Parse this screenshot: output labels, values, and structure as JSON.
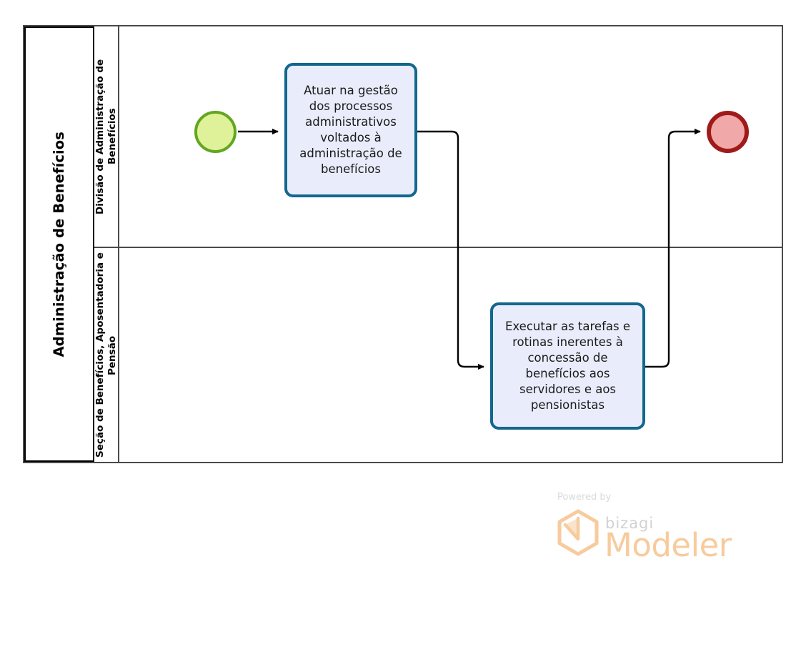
{
  "diagram": {
    "type": "bpmn-process-diagram",
    "pool": {
      "title": "Administração de Benefícios",
      "lanes": [
        {
          "id": "lane-0",
          "label": "Divisão de Administração de Benefícios"
        },
        {
          "id": "lane-1",
          "label": "Seção de Benefícios, Aposentadoria e Pensão"
        }
      ]
    },
    "events": [
      {
        "id": "start-event",
        "kind": "start-event",
        "lane": "lane-0",
        "label": "",
        "fill": "#dff29a",
        "stroke": "#63a620"
      },
      {
        "id": "end-event",
        "kind": "end-event",
        "lane": "lane-0",
        "label": "",
        "fill": "#f0a8a8",
        "stroke": "#a01a1a"
      }
    ],
    "tasks": [
      {
        "id": "task-1",
        "lane": "lane-0",
        "label": "Atuar na gestão dos processos administrativos voltados à administração de benefícios",
        "fill": "#e9edfb",
        "stroke": "#12678f"
      },
      {
        "id": "task-2",
        "lane": "lane-1",
        "label": "Executar as tarefas e rotinas inerentes à concessão de benefícios aos servidores e aos pensionistas",
        "fill": "#e9edfb",
        "stroke": "#12678f"
      }
    ],
    "sequence_flows": [
      {
        "id": "flow-1",
        "from": "start-event",
        "to": "task-1",
        "label": ""
      },
      {
        "id": "flow-2",
        "from": "task-1",
        "to": "task-2",
        "label": ""
      },
      {
        "id": "flow-3",
        "from": "task-2",
        "to": "end-event",
        "label": ""
      }
    ],
    "colors": {
      "pool_border": "#4a4a4a",
      "pool_title_border": "#000000",
      "connector": "#000000",
      "canvas": "#ffffff"
    }
  },
  "watermark": {
    "powered_by": "Powered by",
    "brand": "bizagi",
    "product": "Modeler",
    "brand_color": "#f7cb9d",
    "text_color": "#d9d9d9"
  }
}
